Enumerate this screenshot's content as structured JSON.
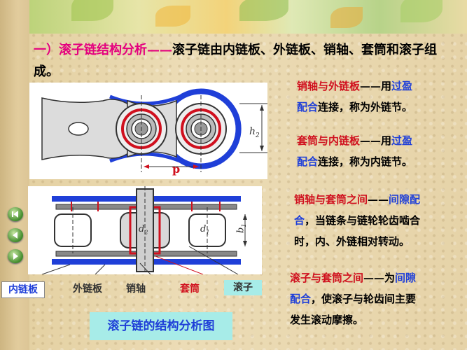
{
  "title": {
    "prefix": "一）滚子链结构分析——",
    "text": "滚子链由内链板、外链板、销轴、套筒和滚子组成。"
  },
  "notes": {
    "n1": {
      "a": "销轴与外链板",
      "b": "——用",
      "c": "过盈",
      "d": "配合",
      "e": "连接，称为外链节。"
    },
    "n2": {
      "a": "套筒与内链板",
      "b": "——用",
      "c": "过盈",
      "d": "配合",
      "e": "连接，称为内链节。"
    },
    "n3": {
      "a": "销轴与套筒之间",
      "b": "——",
      "c": "间隙配",
      "d": "合",
      "e": "，当链条与链轮轮齿啮合",
      "f": "时，内、外链相对转动。"
    },
    "n4": {
      "a": "滚子与套筒之间",
      "b": "——为",
      "c": "间隙",
      "d": "配合",
      "e": "，使滚子与轮齿间主要",
      "f": "发生滚动摩擦。"
    }
  },
  "diagram": {
    "h2": "h",
    "h2_sub": "2",
    "p": "p",
    "d2": "d",
    "d2_sub": "2",
    "d1": "d",
    "d1_sub": "1",
    "b1": "b",
    "b1_sub": "1"
  },
  "labels": {
    "inner_plate": "内链板",
    "outer_plate": "外链板",
    "pin": "销轴",
    "bushing": "套筒",
    "roller": "滚子"
  },
  "caption": "滚子链的结构分析图",
  "nav": [
    "first-icon",
    "prev-icon",
    "next-icon"
  ]
}
